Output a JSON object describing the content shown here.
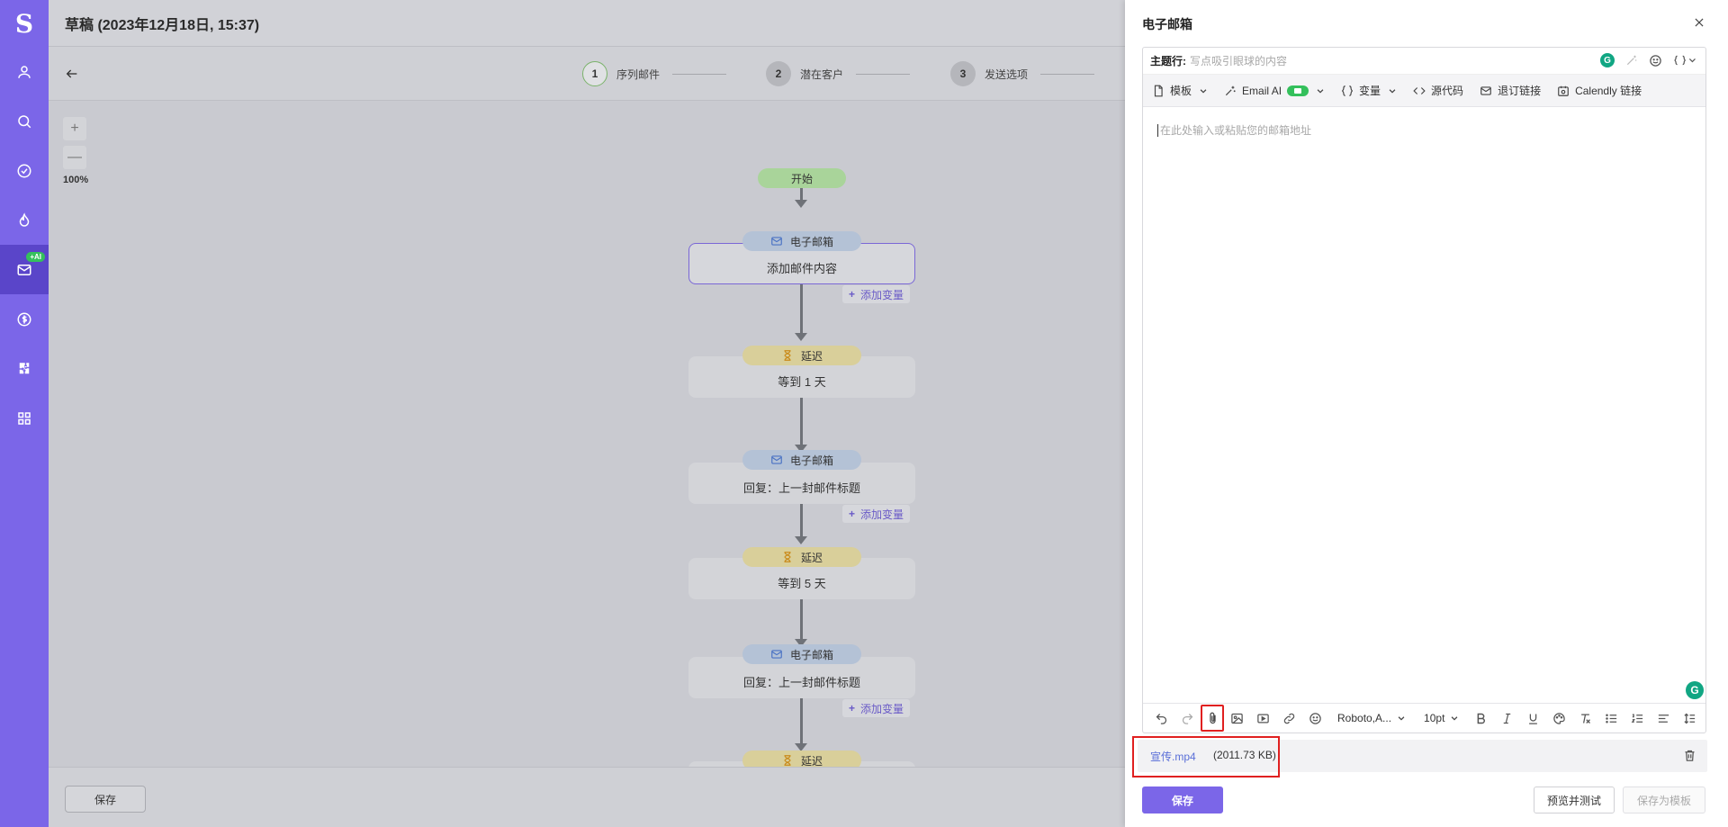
{
  "nav": {
    "logo": "S",
    "ai_badge": "+AI",
    "items": [
      {
        "icon": "user-icon"
      },
      {
        "icon": "search-icon"
      },
      {
        "icon": "check-circle-icon"
      },
      {
        "icon": "flame-icon"
      },
      {
        "icon": "mail-icon",
        "active": true
      },
      {
        "icon": "dollar-icon"
      },
      {
        "icon": "puzzle-icon"
      },
      {
        "icon": "grid-icon"
      }
    ]
  },
  "canvas": {
    "title": "草稿 (2023年12月18日, 15:37)",
    "steps": [
      {
        "num": "1",
        "label": "序列邮件"
      },
      {
        "num": "2",
        "label": "潜在客户"
      },
      {
        "num": "3",
        "label": "发送选项"
      }
    ],
    "zoom": {
      "plus": "+",
      "minus": "—",
      "level": "100%"
    },
    "flow": {
      "start": "开始",
      "email1_tag": "电子邮箱",
      "email1_text": "添加邮件内容",
      "addvar1": "添加变量",
      "delay1_tag": "延迟",
      "delay1_text": "等到 1 天",
      "email2_tag": "电子邮箱",
      "email2_text": "回复：上一封邮件标题",
      "addvar2": "添加变量",
      "delay2_tag": "延迟",
      "delay2_text": "等到 5 天",
      "email3_tag": "电子邮箱",
      "email3_text": "回复：上一封邮件标题",
      "addvar3": "添加变量",
      "delay3_tag": "延迟"
    },
    "save_label": "保存"
  },
  "panel": {
    "title": "电子邮箱",
    "subject_label": "主题行:",
    "subject_placeholder": "写点吸引眼球的内容",
    "grammarly": "G",
    "toolbar": {
      "template": "模板",
      "email_ai": "Email AI",
      "variables": "变量",
      "source": "源代码",
      "unsubscribe": "退订链接",
      "calendly": "Calendly 链接"
    },
    "body_placeholder": "在此处输入或粘贴您的邮箱地址",
    "format": {
      "font": "Roboto,A...",
      "size": "10pt"
    },
    "attachment": {
      "name": "宣传.mp4",
      "size": "(2011.73 KB)"
    },
    "footer": {
      "save": "保存",
      "preview": "预览并测试",
      "save_template": "保存为模板"
    }
  }
}
